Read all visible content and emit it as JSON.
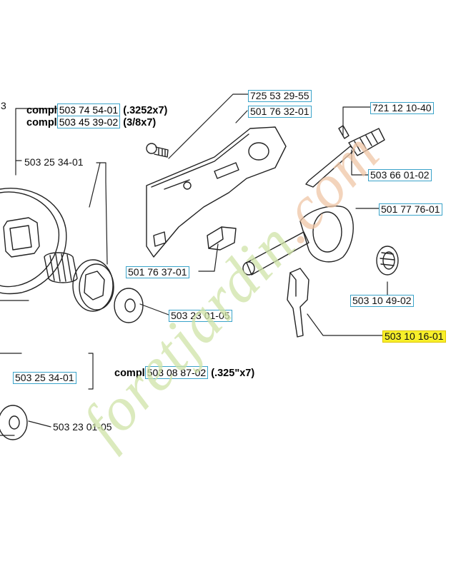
{
  "edge_number": "3",
  "kits": {
    "kit_a": {
      "prefix": "compl",
      "line1_part": "503 74 54-01",
      "line1_spec": " (.3252x7)",
      "line2_part": "503 45 39-02",
      "line2_spec": " (3/8x7)"
    },
    "kit_b": {
      "prefix": "compl",
      "part": "503 08 87-02",
      "spec": " (.325\"x7)"
    }
  },
  "labels": {
    "p725532955": "725 53 29-55",
    "p501763201": "501 76 32-01",
    "p721121040": "721 12 10-40",
    "p503253401_top": "503 25 34-01",
    "p503660102": "503 66 01-02",
    "p501777601": "501 77 76-01",
    "p501763701": "501 76 37-01",
    "p503104902": "503 10 49-02",
    "p503230105_top": "503 23 01-05",
    "p503101601": "503 10 16-01",
    "p503253401_bottom": "503 25 34-01",
    "p503230105_bottom": "503 23 01-05"
  },
  "watermark": {
    "main": "foretjardin",
    "suffix": ".com"
  },
  "colors": {
    "label_box": "#3aa3c9",
    "highlight": "#f7ef2a",
    "line": "#222222",
    "watermark": "#cfe3a8"
  }
}
